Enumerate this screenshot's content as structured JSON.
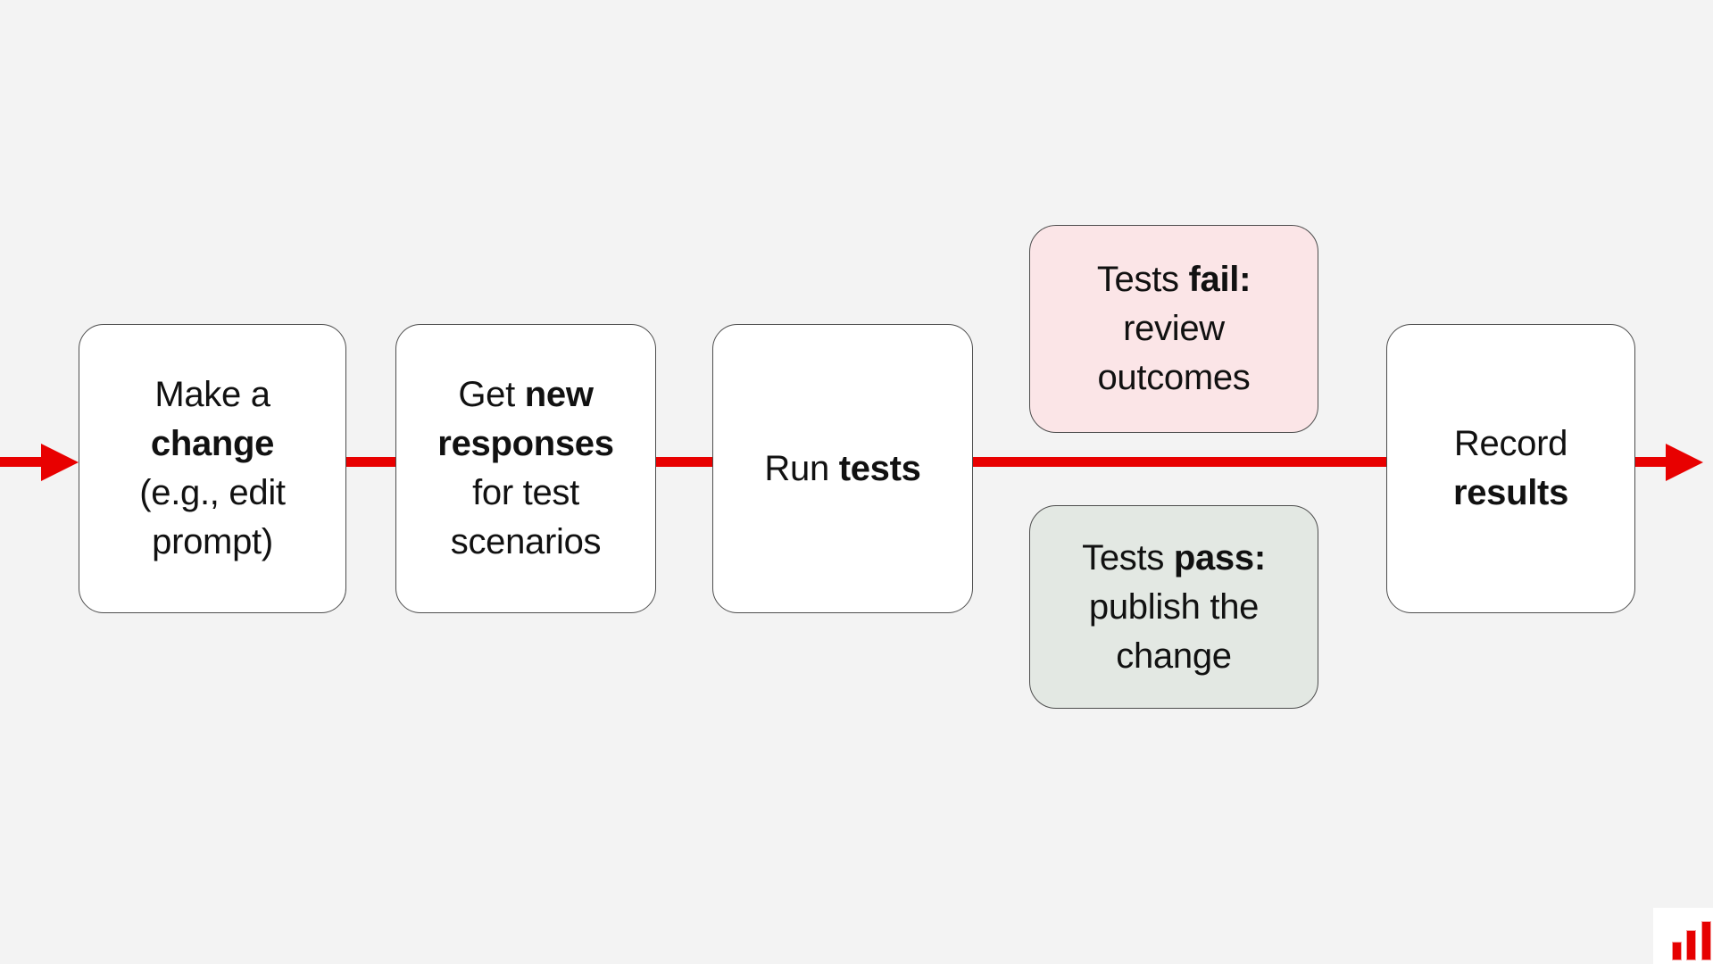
{
  "colors": {
    "bg": "#f3f3f3",
    "arrow_red": "#e80000",
    "box_border": "#4d4d4d",
    "fail_bg": "#fbe5e7",
    "pass_bg": "#e3e8e3",
    "text": "#111111",
    "logo_bar_red": "#e60000"
  },
  "flow": {
    "make_change": {
      "lines": [
        [
          {
            "t": "Make a"
          }
        ],
        [
          {
            "t": "change",
            "b": true
          }
        ],
        [
          {
            "t": "(e.g., edit"
          }
        ],
        [
          {
            "t": "prompt)"
          }
        ]
      ]
    },
    "get_responses": {
      "lines": [
        [
          {
            "t": "Get "
          },
          {
            "t": "new",
            "b": true
          }
        ],
        [
          {
            "t": "responses",
            "b": true
          }
        ],
        [
          {
            "t": "for test"
          }
        ],
        [
          {
            "t": "scenarios"
          }
        ]
      ]
    },
    "run_tests": {
      "lines": [
        [
          {
            "t": "Run "
          },
          {
            "t": "tests",
            "b": true
          }
        ]
      ]
    },
    "tests_fail": {
      "lines": [
        [
          {
            "t": "Tests "
          },
          {
            "t": "fail:",
            "b": true
          }
        ],
        [
          {
            "t": "review"
          }
        ],
        [
          {
            "t": "outcomes"
          }
        ]
      ]
    },
    "tests_pass": {
      "lines": [
        [
          {
            "t": "Tests "
          },
          {
            "t": "pass:",
            "b": true
          }
        ],
        [
          {
            "t": "publish the"
          }
        ],
        [
          {
            "t": "change"
          }
        ]
      ]
    },
    "record_results": {
      "lines": [
        [
          {
            "t": "Record"
          }
        ],
        [
          {
            "t": "results",
            "b": true
          }
        ]
      ]
    }
  },
  "logo": {
    "icon": "bar-chart-icon",
    "bar_count": 3
  }
}
